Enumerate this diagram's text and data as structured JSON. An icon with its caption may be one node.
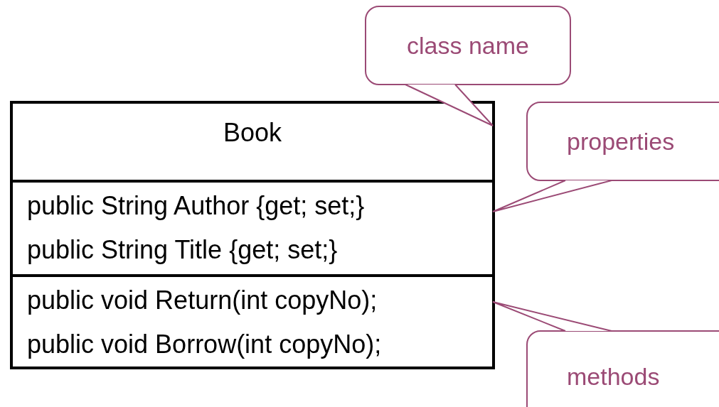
{
  "diagram": {
    "nodes": [
      {
        "text": [
          "Book"
        ]
      },
      {
        "text": [
          "public String Author {get; set;}",
          "public String Title {get; set;}"
        ]
      },
      {
        "text": [
          "public void Return(int copyNo);",
          "public void Borrow(int copyNo);"
        ]
      },
      {
        "text": [
          "class name"
        ]
      },
      {
        "text": [
          "properties"
        ]
      },
      {
        "text": [
          "methods"
        ]
      }
    ],
    "edges": [
      {
        "from": 3,
        "to": 0,
        "arrow": "none"
      },
      {
        "from": 4,
        "to": 1,
        "arrow": "none"
      },
      {
        "from": 5,
        "to": 2,
        "arrow": "none"
      }
    ]
  }
}
